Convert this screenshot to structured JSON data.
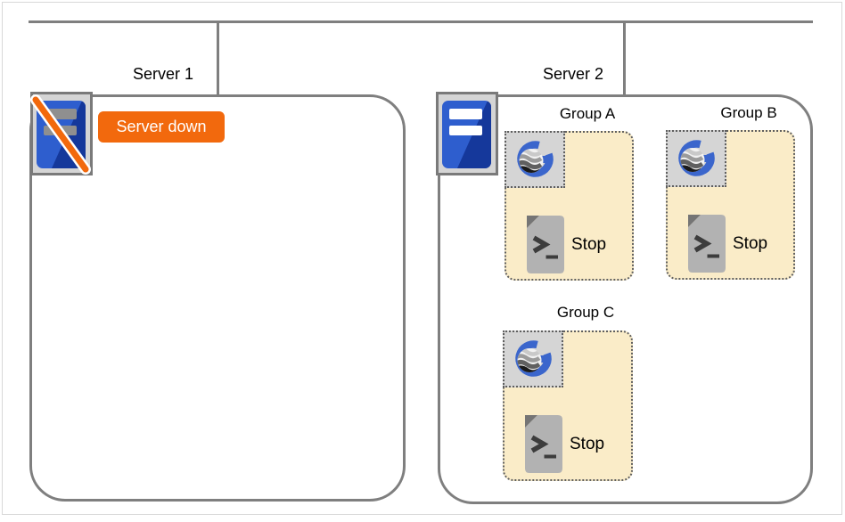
{
  "canvas": {
    "background": "#FFFFFF",
    "frame_border_color": "#D8D8D8",
    "connector_color": "#7F7F7F"
  },
  "servers": {
    "server1": {
      "label": "Server 1",
      "badge_label": "Server down",
      "badge_color": "#F2690D"
    },
    "server2": {
      "label": "Server 2"
    }
  },
  "groups": [
    {
      "label": "Group A",
      "action_label": "Stop"
    },
    {
      "label": "Group B",
      "action_label": "Stop"
    },
    {
      "label": "Group C",
      "action_label": "Stop"
    }
  ],
  "icons": {
    "server1": "server-tower-crossed-out-icon",
    "server2": "server-tower-icon",
    "group_logo": "g-globe-logo-icon",
    "action": "shell-script-icon"
  },
  "colors": {
    "server_blue": "#2E5ECE",
    "server_blue_dark": "#15389B",
    "icon_square_fill": "#D5D5D5",
    "group_fill": "#FAECC8",
    "group_border": "#5F5F5F",
    "accent_orange": "#F2690D"
  }
}
